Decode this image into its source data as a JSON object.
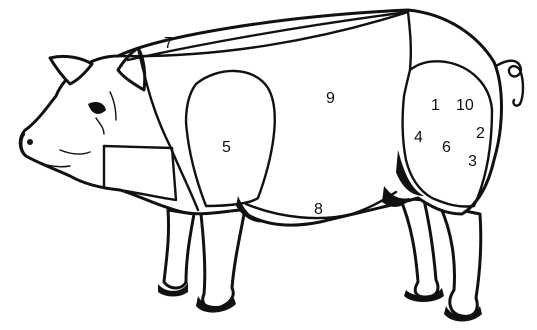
{
  "diagram": {
    "animal": "pig",
    "style": "black line drawing on white",
    "colors": {
      "line": "#111111",
      "background": "#ffffff"
    }
  },
  "labels": [
    {
      "id": "cut-1",
      "text": "1"
    },
    {
      "id": "cut-2",
      "text": "2"
    },
    {
      "id": "cut-3",
      "text": "3"
    },
    {
      "id": "cut-4",
      "text": "4"
    },
    {
      "id": "cut-5",
      "text": "5"
    },
    {
      "id": "cut-6",
      "text": "6"
    },
    {
      "id": "cut-7",
      "text": "7"
    },
    {
      "id": "cut-8",
      "text": "8"
    },
    {
      "id": "cut-9",
      "text": "9"
    },
    {
      "id": "cut-10",
      "text": "10"
    }
  ]
}
